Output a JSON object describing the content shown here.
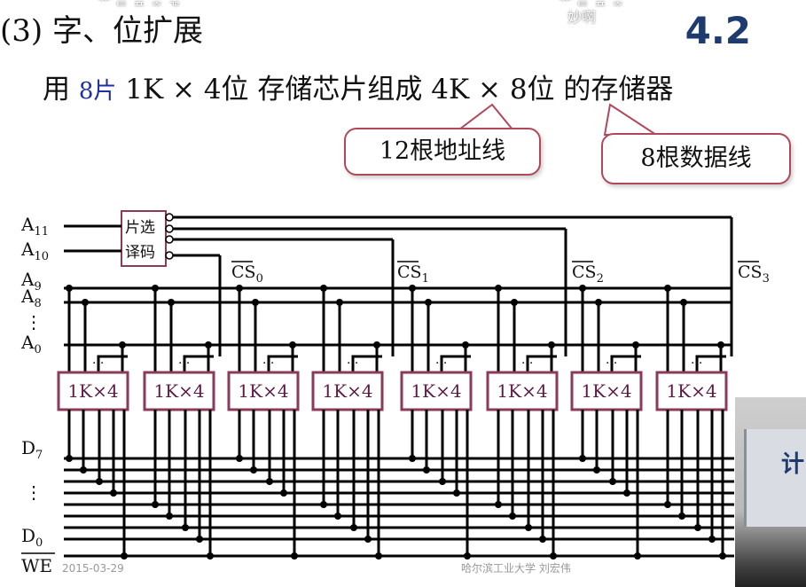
{
  "overlay": {
    "top_left": "ᅲ ᇀ ᇁ ᇂ ᇃ",
    "top_right_1": "ᅲ ᇀ ᇁ ᇂ",
    "top_right_2": "妙啊"
  },
  "page_number": "4.2",
  "title": "(3) 字、位扩展",
  "subtitle": {
    "prefix": "用 ",
    "highlight": "8片",
    "rest": " 1K × 4位 存储芯片组成 4K × 8位 的存储器"
  },
  "callouts": {
    "address": "12根地址线",
    "data": "8根数据线"
  },
  "decoder": {
    "line1": "片选",
    "line2": "译码"
  },
  "address_labels": {
    "a11": "A",
    "a11_sub": "11",
    "a10": "A",
    "a10_sub": "10",
    "a9": "A",
    "a9_sub": "9",
    "a8": "A",
    "a8_sub": "8",
    "a0": "A",
    "a0_sub": "0"
  },
  "data_labels": {
    "d7": "D",
    "d7_sub": "7",
    "d0": "D",
    "d0_sub": "0"
  },
  "we_label": "WE",
  "vdots": "⋮",
  "chip_dots": "···",
  "cs_labels": [
    {
      "name": "CS",
      "sub": "0"
    },
    {
      "name": "CS",
      "sub": "1"
    },
    {
      "name": "CS",
      "sub": "2"
    },
    {
      "name": "CS",
      "sub": "3"
    }
  ],
  "chips": [
    "1K×4",
    "1K×4",
    "1K×4",
    "1K×4",
    "1K×4",
    "1K×4",
    "1K×4",
    "1K×4"
  ],
  "footer": {
    "date": "2015-03-29",
    "author": "哈尔滨工业大学  刘宏伟"
  },
  "video": {
    "text": "计"
  },
  "colors": {
    "wire": "#000000",
    "chip_border": "#8b3a5a",
    "chip_text": "#5a1c45",
    "callout_border": "#b0485a",
    "highlight": "#1f2fa8",
    "page_number": "#1d3b6e"
  }
}
